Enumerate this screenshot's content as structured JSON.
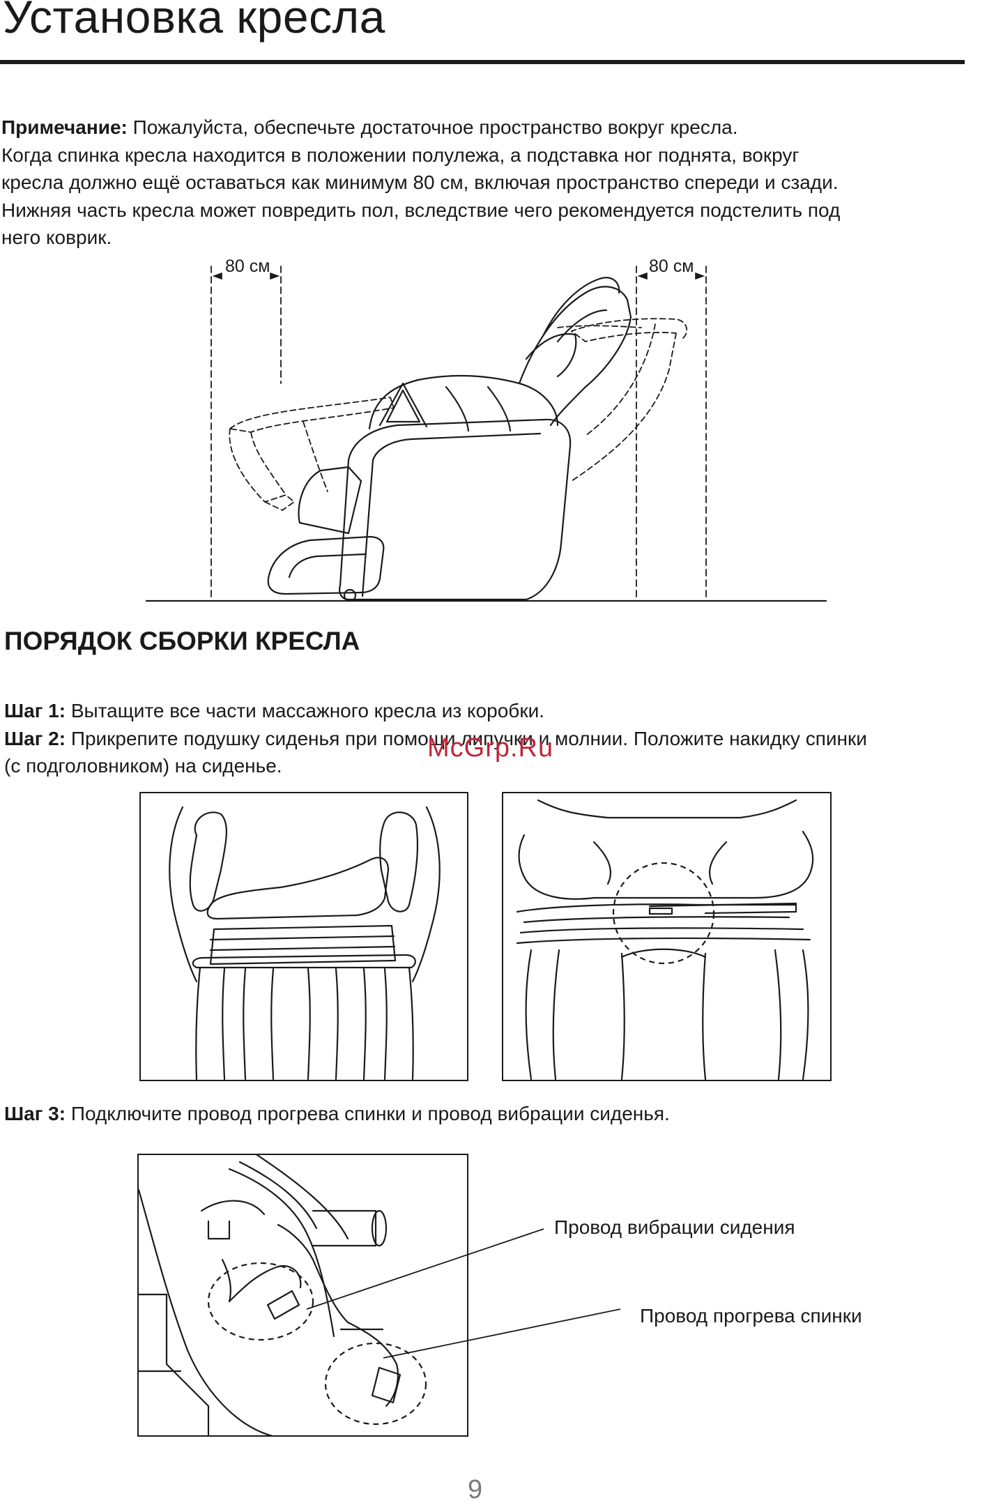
{
  "page_title": "Установка кресла",
  "note": {
    "label": "Примечание:",
    "line1": " Пожалуйста, обеспечьте достаточное пространство вокруг кресла.",
    "line2": "Когда спинка кресла находится в положении полулежа, а подставка ног поднята, вокруг",
    "line3": "кресла должно ещё оставаться как минимум 80 см, включая пространство спереди и сзади.",
    "line4": "Нижняя часть кресла может повредить пол, вследствие чего рекомендуется подстелить под",
    "line5": "него коврик."
  },
  "clearance_figure": {
    "front_label": "80 см",
    "back_label": "80 см"
  },
  "assembly_heading": "ПОРЯДОК СБОРКИ КРЕСЛА",
  "steps": [
    {
      "label": "Шаг 1:",
      "text": " Вытащите все части массажного кресла из коробки."
    },
    {
      "label": "Шаг 2:",
      "text_line1": " Прикрепите подушку сиденья при помощи липучки и молнии. Положите накидку спинки",
      "text_line2": "(с подголовником) на сиденье."
    },
    {
      "label": "Шаг 3:",
      "text": " Подключите провод прогрева спинки и провод вибрации сиденья."
    }
  ],
  "step3_figure": {
    "callout_vibration": "Провод вибрации сидения",
    "callout_heating": "Провод прогрева спинки"
  },
  "watermark": "McGrp.Ru",
  "page_number": "9",
  "colors": {
    "text": "#1a1a1a",
    "watermark": "#c0263b",
    "page_number": "#7a7a7a"
  }
}
